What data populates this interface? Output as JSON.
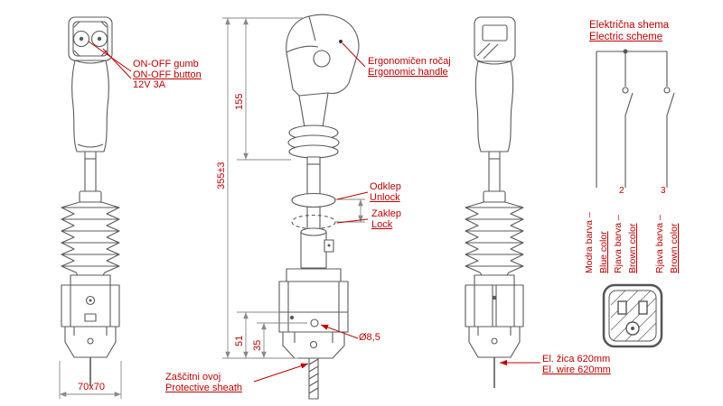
{
  "annotations": {
    "on_off": {
      "sl": "ON-OFF gumb",
      "en": "ON-OFF button",
      "spec": "12V 3A"
    },
    "ergonomic_handle": {
      "sl": "Ergonomičen ročaj",
      "en": "Ergonomic handle"
    },
    "unlock": {
      "sl": "Odklep",
      "en": "Unlock"
    },
    "lock": {
      "sl": "Zaklep",
      "en": "Lock"
    },
    "protective_sheath": {
      "sl": "Zaščitni ovoj",
      "en": "Protective sheath"
    },
    "electric_wire": {
      "sl": "El. žica 620mm",
      "en": "El. wire 620mm"
    },
    "electric_scheme": {
      "sl": "Električna shema",
      "en": "Electric scheme"
    }
  },
  "dimensions": {
    "total_height": "355±3",
    "handle_height": "155",
    "base_height": "51",
    "hole_offset": "35",
    "hole_diameter": "Ø8,5",
    "base_footprint": "70x70"
  },
  "scheme_wires": [
    {
      "number": "",
      "sl": "Modra barva –",
      "en": "Blue color"
    },
    {
      "number": "2",
      "sl": "Rjava barva –",
      "en": "Brown color"
    },
    {
      "number": "3",
      "sl": "Rjava barva –",
      "en": "Brown color"
    }
  ],
  "colors": {
    "annotation_red": "#c00000",
    "line_gray": "#555555",
    "dim_gray": "#8a8a8a"
  }
}
